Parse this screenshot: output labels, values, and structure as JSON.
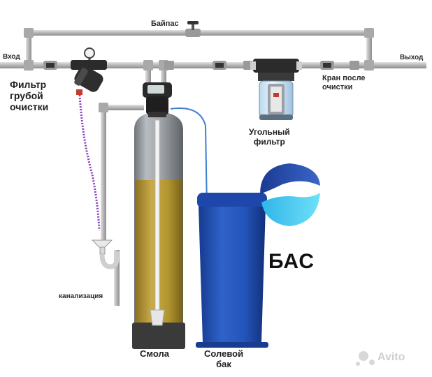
{
  "labels": {
    "bypass": "Байпас",
    "inlet": "Вход",
    "outlet": "Выход",
    "coarse_filter": [
      "Фильтр",
      "грубой",
      "очистки"
    ],
    "valve_after": [
      "Кран после",
      "очистки"
    ],
    "carbon_filter": [
      "Угольный",
      "фильтр"
    ],
    "sewer": "канализация",
    "resin": "Смола",
    "brine_tank": [
      "Солевой",
      "бак"
    ],
    "brand": "БАС",
    "watermark": "Avito"
  },
  "colors": {
    "pipe": "#b9b9b9",
    "pipe_edge": "#8f8f8f",
    "tank_gray": "#9ea2a6",
    "resin": "#b79a3a",
    "brine_tank": "#1f4fb3",
    "drain_tube": "#8a3fbf",
    "brine_tube": "#3f7fd0",
    "logo_dark": "#1c3f9b",
    "logo_light": "#35c6ee"
  }
}
